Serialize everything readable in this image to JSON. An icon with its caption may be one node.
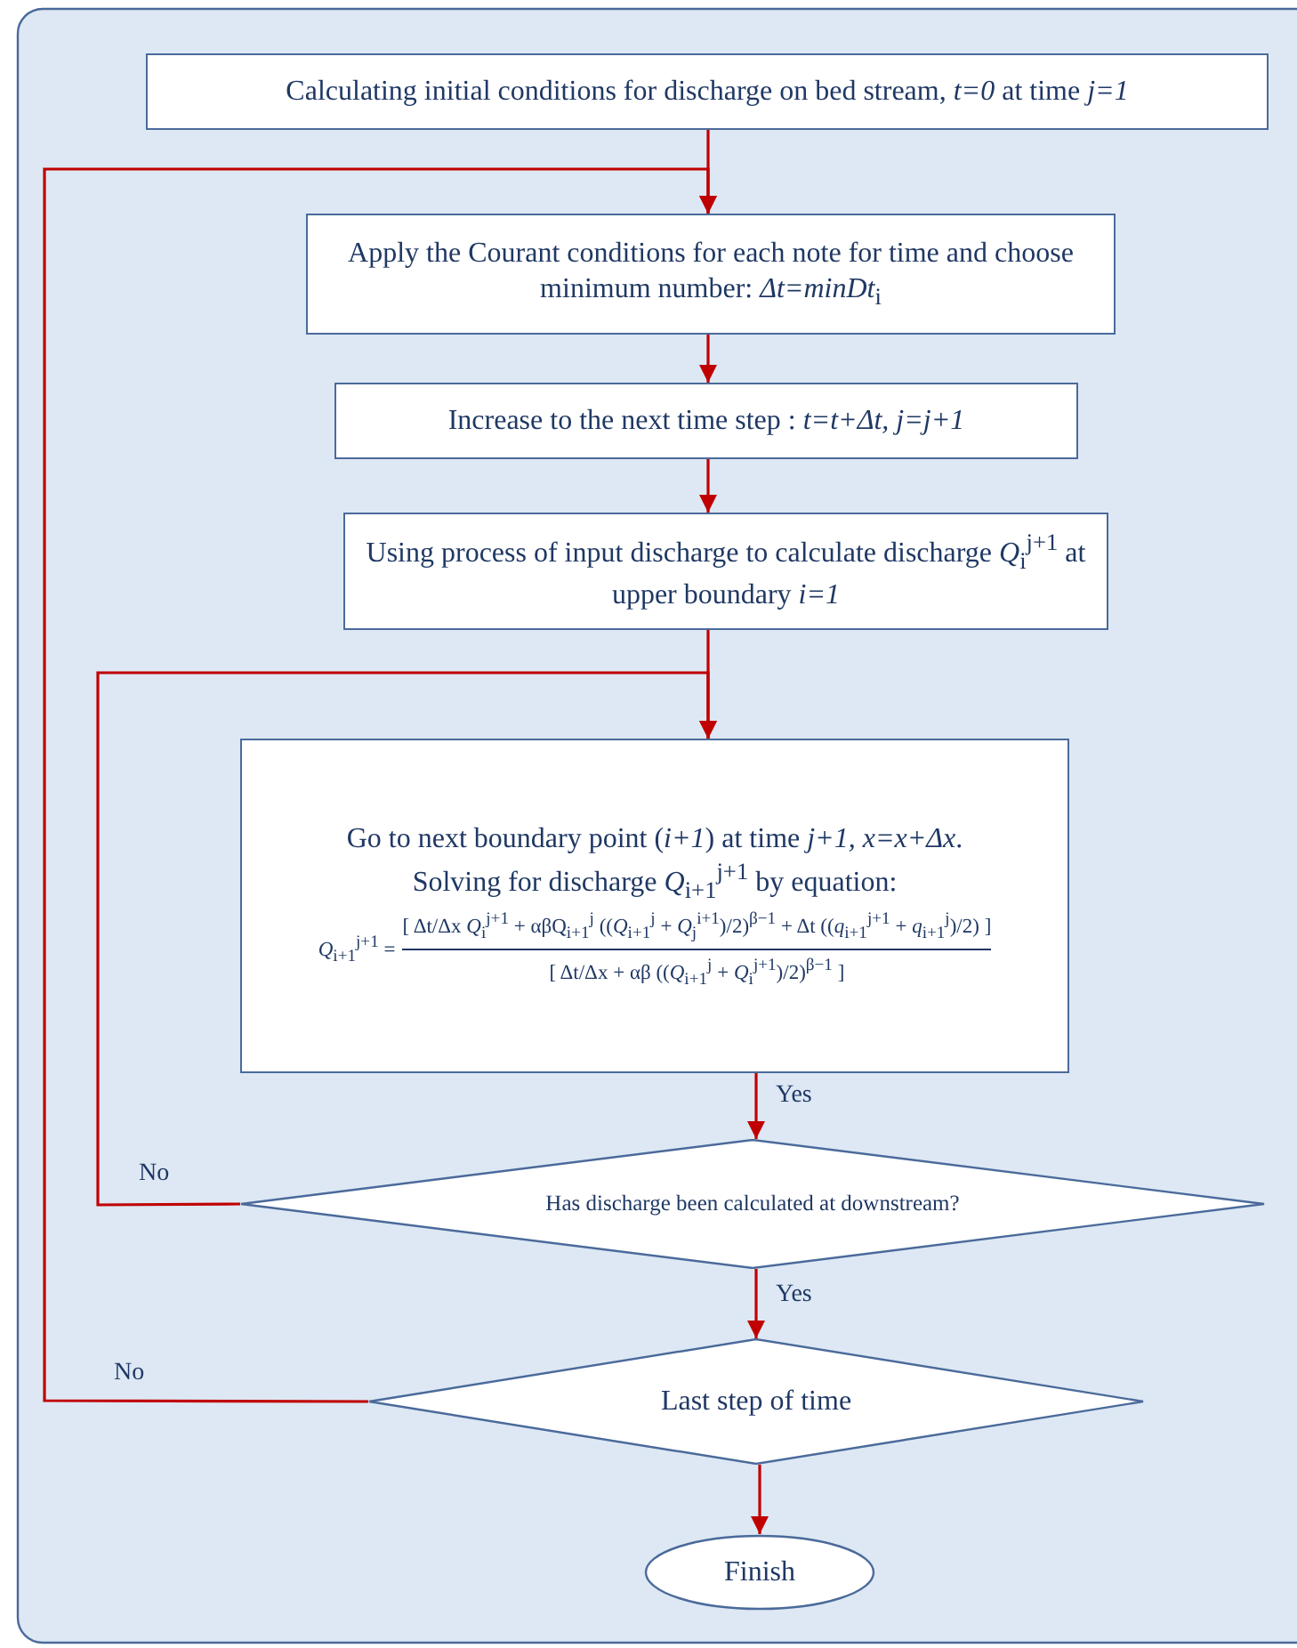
{
  "diagram": {
    "nodes": [
      {
        "text": [
          "Calculating initial conditions for discharge on bed stream, *t=0* at time *j=1*"
        ]
      },
      {
        "text": [
          "Apply the Courant conditions for each note for time and choose minimum number: *Δt=minDt*$_{i}$"
        ]
      },
      {
        "text": [
          "Increase to the next time step : *t=t+Δt, j=j+1*"
        ]
      },
      {
        "text": [
          "Using process of input discharge to calculate discharge *Q*$_{i}$$^{j+1}$ at upper boundary *i=1*"
        ]
      },
      {
        "text": [
          "Go to next boundary point (*i+1*) at time *j+1, x=x+Δx*.",
          "Solving for discharge *Q*$_{i+1}$$^{j+1}$ by equation:",
          "*Q*$_{i+1}$$^{j+1}$ =",
          "[ Δt/Δx *Q*$_{i}$$^{j+1}$ + αβQ$_{i+1}$$^{j}$ ((*Q*$_{i+1}$$^{j}$ + *Q*$_{j}$$^{i+1}$)/2)$^{β−1}$ + Δt ((*q*$_{i+1}$$^{j+1}$ + *q*$_{i+1}$$^{j}$)/2) ]",
          "[ Δt/Δx + αβ ((*Q*$_{i+1}$$^{j}$ + *Q*$_{i}$$^{j+1}$)/2)$^{β−1}$ ]"
        ]
      },
      {
        "text": [
          "Has discharge been calculated at downstream?"
        ]
      },
      {
        "text": [
          "Last step of time"
        ]
      },
      {
        "text": [
          "Finish"
        ]
      }
    ],
    "edges": [
      {
        "from": 0,
        "to": 1,
        "arrow": "to"
      },
      {
        "from": 1,
        "to": 2,
        "arrow": "to"
      },
      {
        "from": 2,
        "to": 3,
        "arrow": "to"
      },
      {
        "from": 3,
        "to": 4,
        "arrow": "to"
      },
      {
        "from": 4,
        "to": 5,
        "arrow": "to",
        "label": "Yes"
      },
      {
        "from": 5,
        "to": 4,
        "arrow": "to",
        "label": "No"
      },
      {
        "from": 5,
        "to": 6,
        "arrow": "to",
        "label": "Yes"
      },
      {
        "from": 6,
        "to": 1,
        "arrow": "to",
        "label": "No"
      },
      {
        "from": 6,
        "to": 7,
        "arrow": "to"
      }
    ]
  }
}
